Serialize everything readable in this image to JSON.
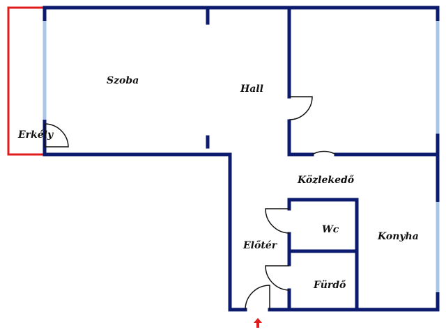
{
  "colors": {
    "wall": "#0d1b6e",
    "window": "#a9c6e8",
    "balcony": "#e01b1b",
    "entrance_arrow": "#e01b1b",
    "door": "#111111",
    "background": "#ffffff"
  },
  "rooms": {
    "szoba": "Szoba",
    "hall": "Hall",
    "erkely": "Erkély",
    "kozlekedo": "Közlekedő",
    "wc": "Wc",
    "konyha": "Konyha",
    "eloter": "Előtér",
    "furdo": "Fürdő"
  },
  "icons": {
    "entrance": "arrow-up-icon"
  }
}
